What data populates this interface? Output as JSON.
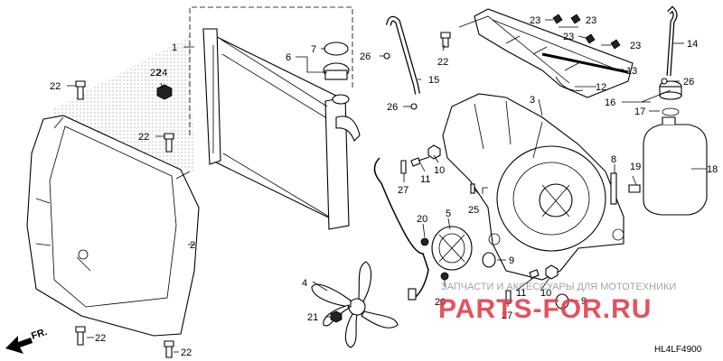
{
  "diagram": {
    "code": "HL4LF4900",
    "direction_label": "FR.",
    "watermark_top": "ЗАПЧАСТИ И АКСЕССУАРЫ ДЛЯ МОТОТЕХНИКИ",
    "watermark_brand": "PARTS-FOR.RU",
    "callouts": [
      "1",
      "2",
      "3",
      "4",
      "5",
      "6",
      "7",
      "8",
      "9",
      "9",
      "10",
      "10",
      "11",
      "11",
      "12",
      "13",
      "14",
      "15",
      "16",
      "17",
      "18",
      "19",
      "20",
      "20",
      "21",
      "22",
      "22",
      "22",
      "22",
      "22",
      "22",
      "23",
      "23",
      "23",
      "23",
      "24",
      "25",
      "26",
      "26",
      "26",
      "27",
      "27"
    ]
  }
}
